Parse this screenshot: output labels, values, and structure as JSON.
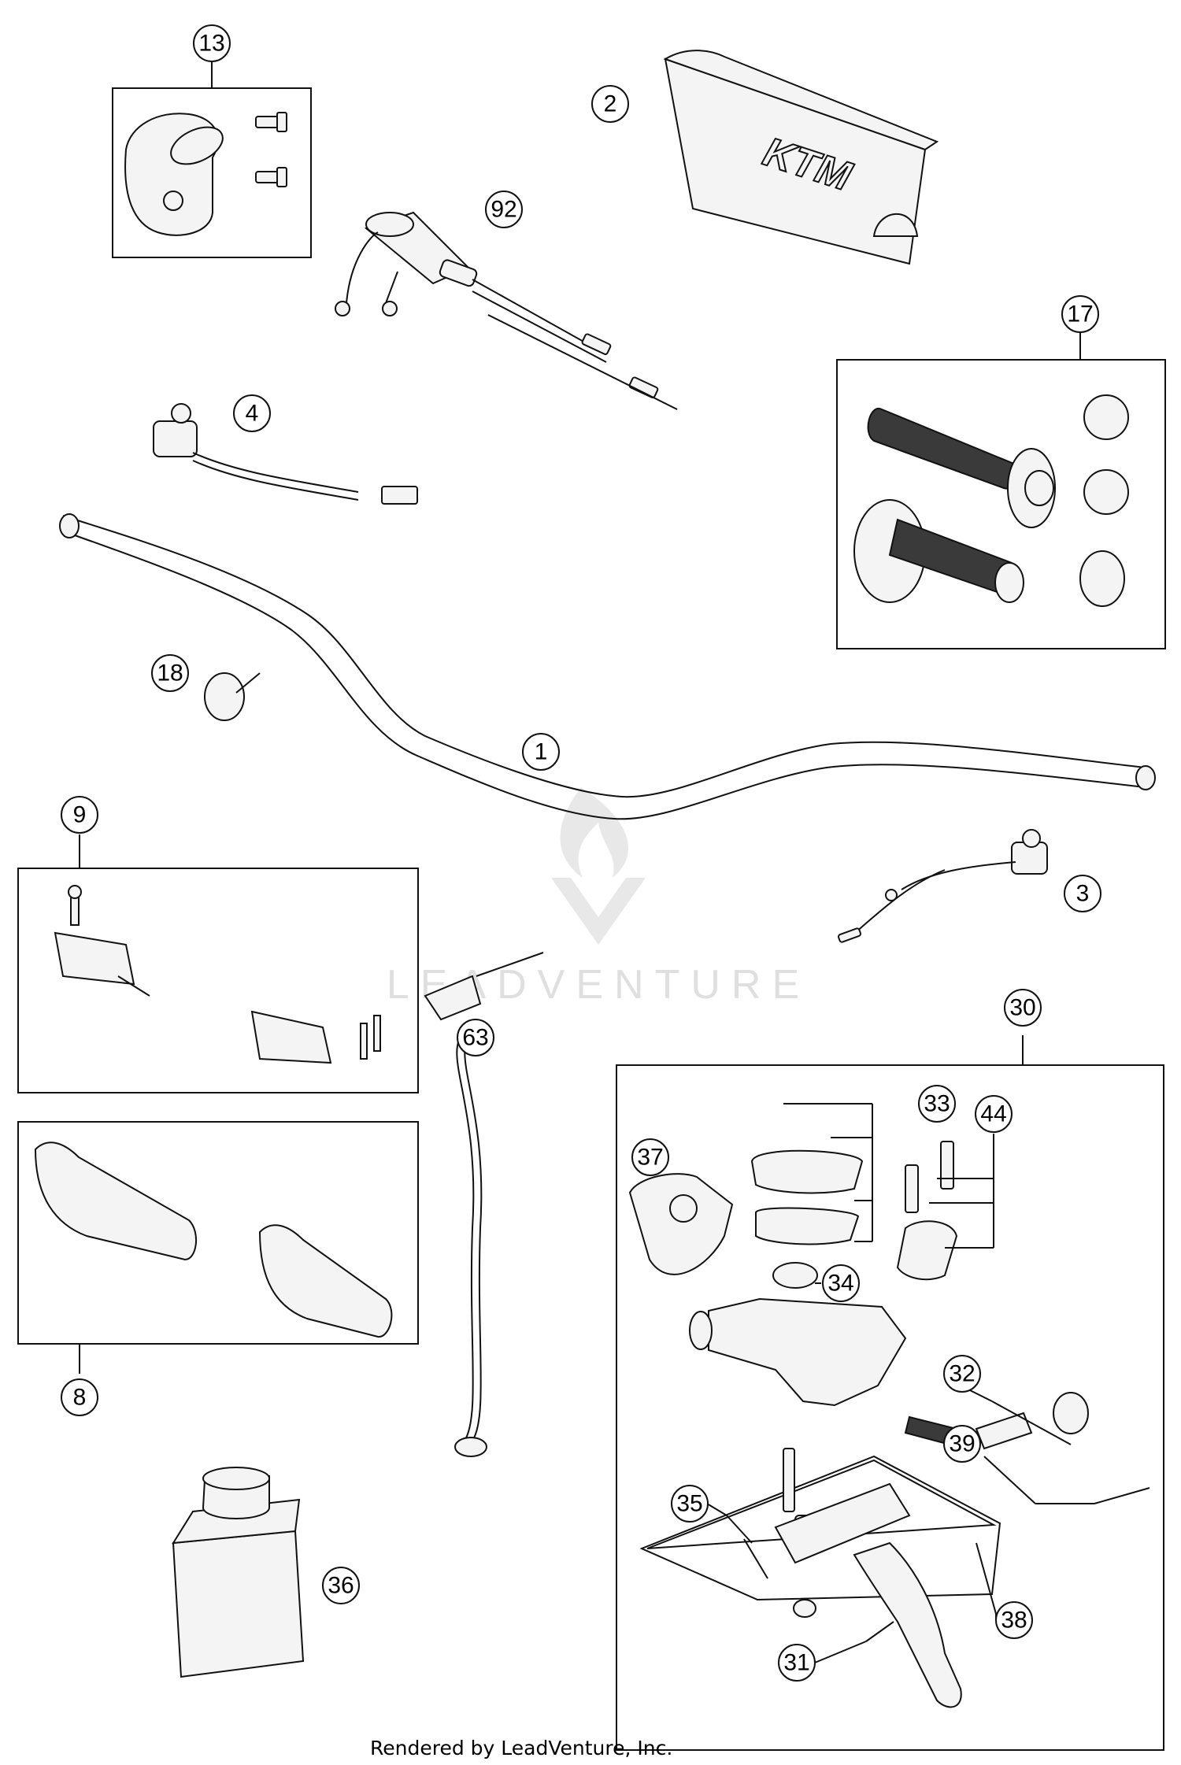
{
  "callouts": [
    {
      "id": "c13",
      "label": "13"
    },
    {
      "id": "c2",
      "label": "2"
    },
    {
      "id": "c92",
      "label": "92"
    },
    {
      "id": "c17",
      "label": "17"
    },
    {
      "id": "c4",
      "label": "4"
    },
    {
      "id": "c18",
      "label": "18"
    },
    {
      "id": "c1",
      "label": "1"
    },
    {
      "id": "c9",
      "label": "9"
    },
    {
      "id": "c3",
      "label": "3"
    },
    {
      "id": "c30",
      "label": "30"
    },
    {
      "id": "c63",
      "label": "63"
    },
    {
      "id": "c33",
      "label": "33"
    },
    {
      "id": "c44",
      "label": "44"
    },
    {
      "id": "c37",
      "label": "37"
    },
    {
      "id": "c34",
      "label": "34"
    },
    {
      "id": "c32",
      "label": "32"
    },
    {
      "id": "c8",
      "label": "8"
    },
    {
      "id": "c39",
      "label": "39"
    },
    {
      "id": "c35",
      "label": "35"
    },
    {
      "id": "c36",
      "label": "36"
    },
    {
      "id": "c38",
      "label": "38"
    },
    {
      "id": "c31",
      "label": "31"
    }
  ],
  "brand_logo_text": "KTM",
  "watermark": "LEADVENTURE",
  "footer": "Rendered by LeadVenture, Inc."
}
